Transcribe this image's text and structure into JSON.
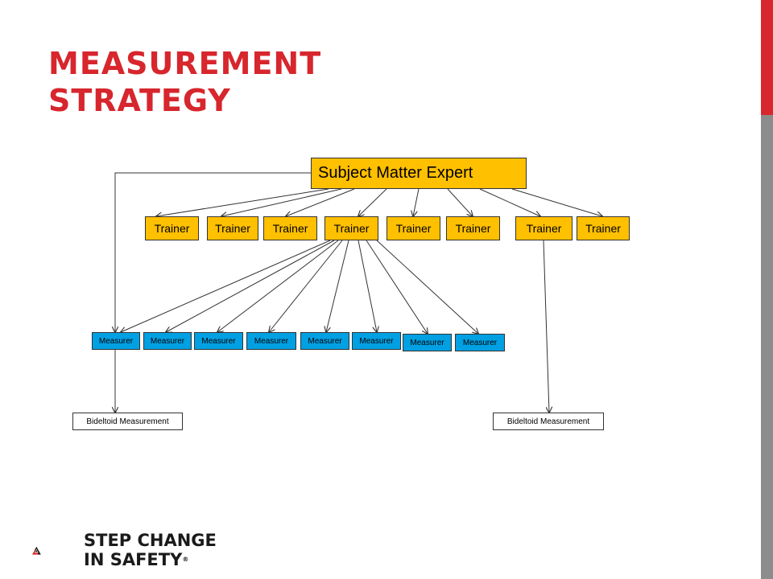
{
  "slide": {
    "title_line1": "MEASUREMENT",
    "title_line2": "STRATEGY"
  },
  "diagram": {
    "root": "Subject Matter Expert",
    "trainers": [
      "Trainer",
      "Trainer",
      "Trainer",
      "Trainer",
      "Trainer",
      "Trainer",
      "Trainer",
      "Trainer"
    ],
    "measurers": [
      "Measurer",
      "Measurer",
      "Measurer",
      "Measurer",
      "Measurer",
      "Measurer",
      "Measurer",
      "Measurer"
    ],
    "outputs": [
      "Bideltoid Measurement",
      "Bideltoid Measurement"
    ]
  },
  "branding": {
    "logo_line1": "STEP CHANGE",
    "logo_line2": "IN SAFETY",
    "registered_mark": "®"
  },
  "colors": {
    "accent_red": "#d7262d",
    "sidebar_gray": "#8c8c8c",
    "trainer_fill": "#ffc000",
    "measurer_fill": "#00a0e3"
  }
}
